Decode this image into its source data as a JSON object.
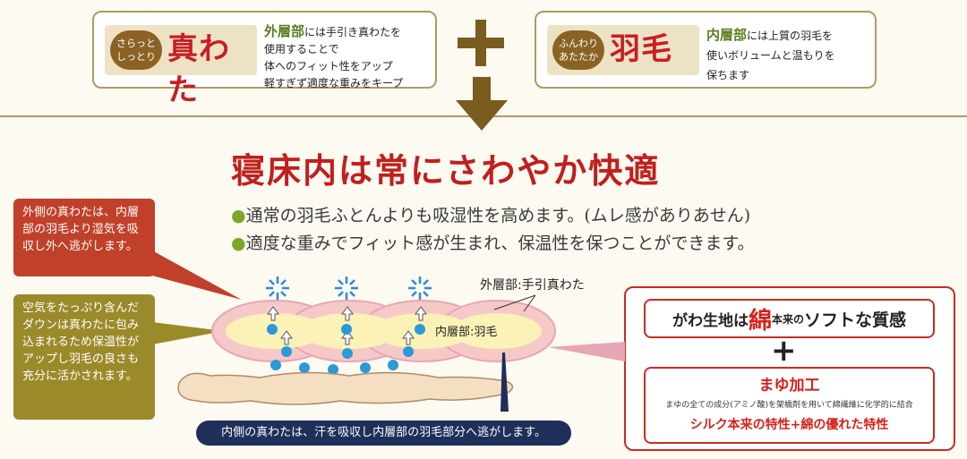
{
  "top_left_box": {
    "badge_small_line1": "さらっと",
    "badge_small_line2": "しっとり",
    "badge_big": "真わた",
    "desc_highlight": "外層部",
    "desc_line1": "には手引き真わたを",
    "desc_line2": "使用することで",
    "desc_line3": "体へのフィット性をアップ",
    "desc_line4": "軽すぎず適度な重みをキープ"
  },
  "top_right_box": {
    "badge_small_line1": "ふんわり",
    "badge_small_line2": "あたたか",
    "badge_big": "羽毛",
    "desc_highlight": "内層部",
    "desc_line1": "には上質の羽毛を",
    "desc_line2": "使いボリュームと温もりを",
    "desc_line3": "保ちます"
  },
  "heading": "寝床内は常にさわやか快適",
  "bullets": [
    {
      "marker": "●",
      "text": "通常の羽毛ふとんよりも吸湿性を高めます。(ムレ感がありあせん)"
    },
    {
      "marker": "●",
      "text": "適度な重みでフィット感が生まれ、保温性を保つことができます。"
    }
  ],
  "callout_top": "外側の真わたは、内層部の羽毛より湿気を吸収し外へ逃がします。",
  "callout_bottom": "空気をたっぷり含んだダウンは真わたに包み込まれるため保温性がアップし羽毛の良さも充分に活かされます。",
  "diagram": {
    "outer_label": "外層部:手引真わた",
    "inner_label": "内層部:羽毛",
    "caption": "内側の真わたは、汗を吸収し内層部の羽毛部分へ逃がします。"
  },
  "right_box": {
    "line1_pre": "がわ生地は",
    "line1_cotton": "綿",
    "line1_mid": "本来の",
    "line1_post": "ソフトな質感",
    "plus": "+",
    "title": "まゆ加工",
    "description": "まゆの全ての成分(アミノ酸)を架橋剤を用いて綿繊維に化学的に結合",
    "bottom": "シルク本来の特性+綿の優れた特性"
  },
  "colors": {
    "accent_red": "#c81e23",
    "brown": "#7a5c1f",
    "green": "#5a7d1e",
    "navy": "#1e2f5a",
    "callout_red": "#c0402a",
    "callout_olive": "#9b8a2a"
  }
}
